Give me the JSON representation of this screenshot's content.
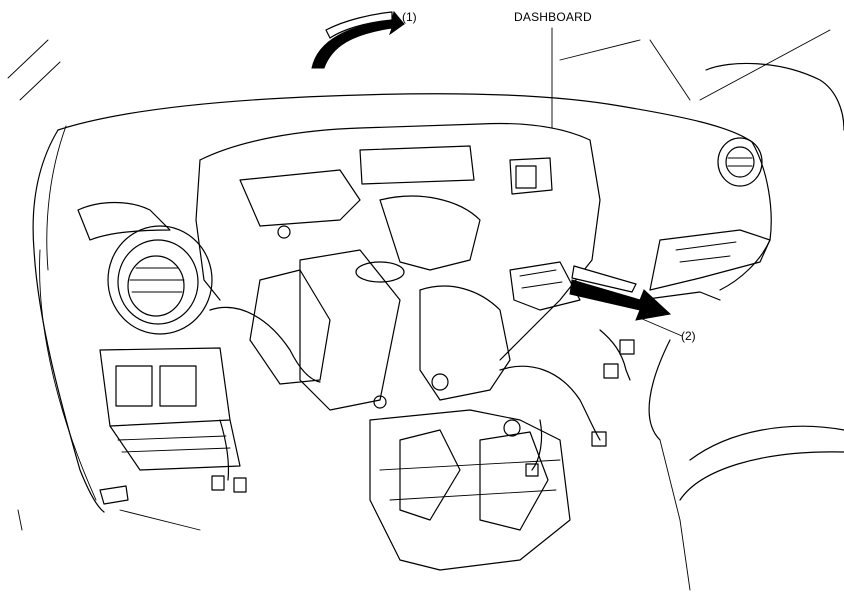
{
  "labels": {
    "callout_1": "(1)",
    "callout_2": "(2)",
    "dashboard": "DASHBOARD"
  },
  "colors": {
    "line": "#000000",
    "background": "#ffffff"
  }
}
